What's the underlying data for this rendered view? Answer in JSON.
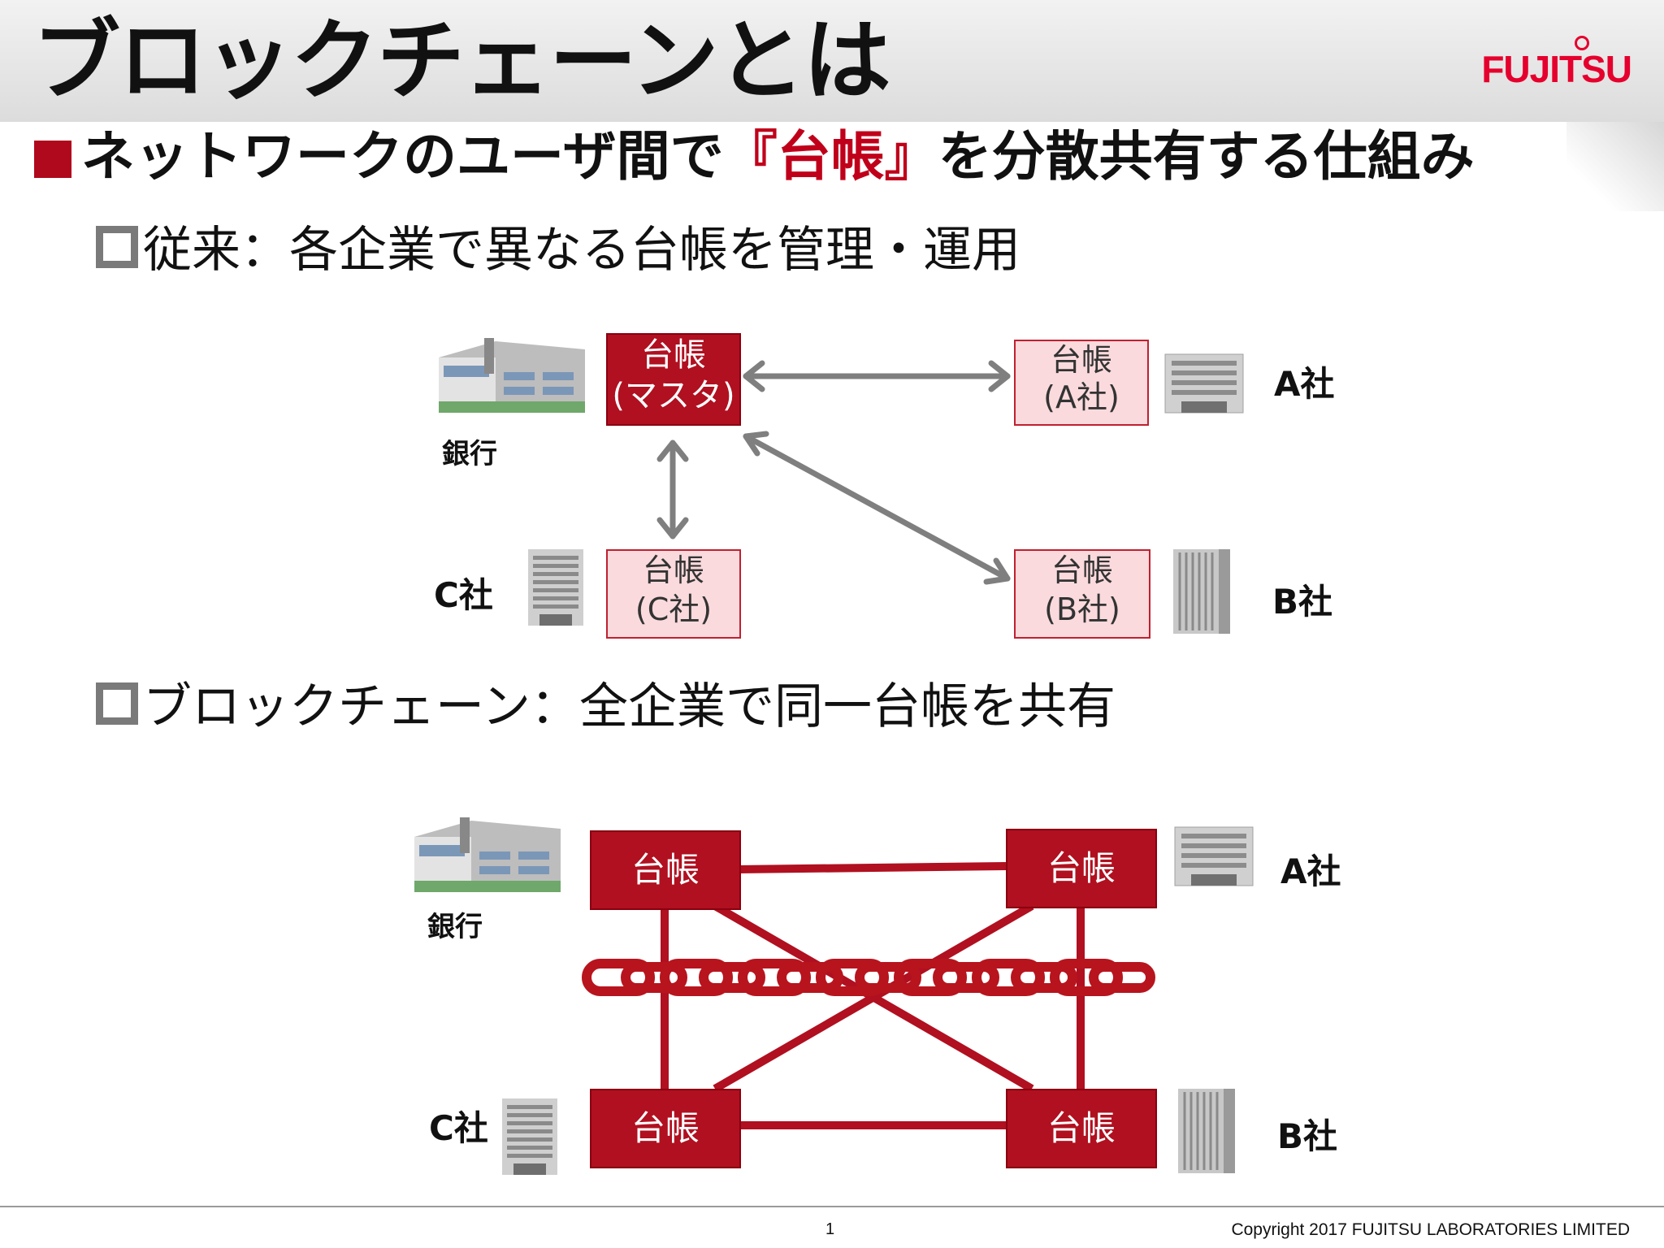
{
  "title": "ブロックチェーンとは",
  "logo": "FUJITSU",
  "subtitle": {
    "before": "ネットワークのユーザ間で",
    "highlight": "『台帳』",
    "after": "を分散共有する仕組み"
  },
  "bullet1": "従来：各企業で異なる台帳を管理・運用",
  "bullet2": "ブロックチェーン：全企業で同一台帳を共有",
  "diagram1": {
    "master": {
      "line1": "台帳",
      "line2": "(マスタ)"
    },
    "a": {
      "line1": "台帳",
      "line2": "(A社)"
    },
    "b": {
      "line1": "台帳",
      "line2": "(B社)"
    },
    "c": {
      "line1": "台帳",
      "line2": "(C社)"
    },
    "bank_label": "銀行",
    "a_label": "A社",
    "b_label": "B社",
    "c_label": "C社"
  },
  "diagram2": {
    "ledger": "台帳",
    "bank_label": "銀行",
    "a_label": "A社",
    "b_label": "B社",
    "c_label": "C社"
  },
  "footer": {
    "page": "1",
    "copyright": "Copyright 2017 FUJITSU LABORATORIES LIMITED"
  },
  "colors": {
    "accent_red": "#b01020",
    "light_red": "#fadadd",
    "arrow_gray": "#7f7f7f",
    "logo_red": "#e5002d"
  }
}
